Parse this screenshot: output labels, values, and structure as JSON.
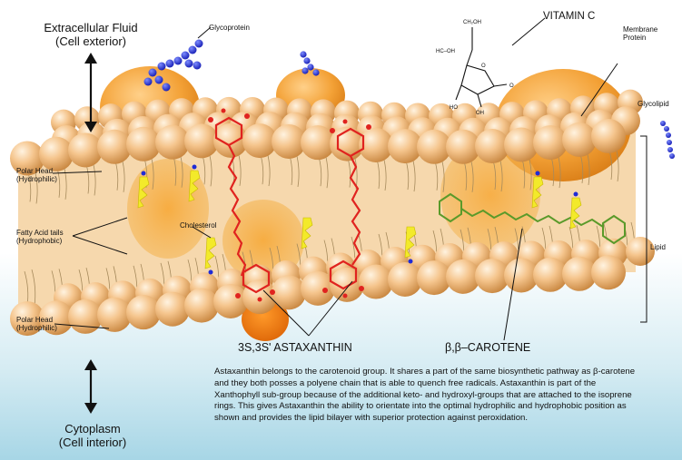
{
  "labels": {
    "extracellular": [
      "Extracellular Fluid",
      "(Cell exterior)"
    ],
    "glycoprotein": "Glycoprotein",
    "vitamin_c": "VITAMIN C",
    "membrane_protein": [
      "Membrane",
      "Protein"
    ],
    "glycolipid": "Glycolipid",
    "polar_head_top": [
      "Polar Head",
      "(Hydrophilic)"
    ],
    "cholesterol": "Cholesterol",
    "fatty_acid": [
      "Fatty Acid tails",
      "(Hydrophobic)"
    ],
    "lipid": "Lipid",
    "polar_head_bottom": [
      "Polar Head",
      "(Hydrophilic)"
    ],
    "astaxanthin": "3S,3S' ASTAXANTHIN",
    "carotene": "β,β–CAROTENE",
    "cytoplasm": [
      "Cytoplasm",
      "(Cell interior)"
    ]
  },
  "vitamin_c_atoms": {
    "ch2oh": "CH₂OH",
    "hc_oh": "HC–OH",
    "o": "O",
    "ho": "HO",
    "oh": "OH"
  },
  "caption": "Astaxanthin belongs to the carotenoid group. It shares a part of the same biosynthetic pathway as β-carotene and they both posses a polyene chain that is able to quench free radicals.  Astaxanthin is part of the Xanthophyll sub-group because of the additional keto- and hydroxyl-groups that are attached to the isoprene rings. This gives Astaxanthin the ability to orientate into the optimal hydrophilic and hydrophobic position as shown and provides the lipid bilayer with superior protection against peroxidation.",
  "colors": {
    "head": "#f2b97c",
    "bilayer_fill": "#f7d7a8",
    "protein": "#f0a43a",
    "astaxanthin": "#e0231f",
    "carotene": "#5a9a2a",
    "cholesterol": "#f3ea2a",
    "glyco": "#1f2bd6",
    "cytoplasm_blue": "#a7d6e6"
  }
}
